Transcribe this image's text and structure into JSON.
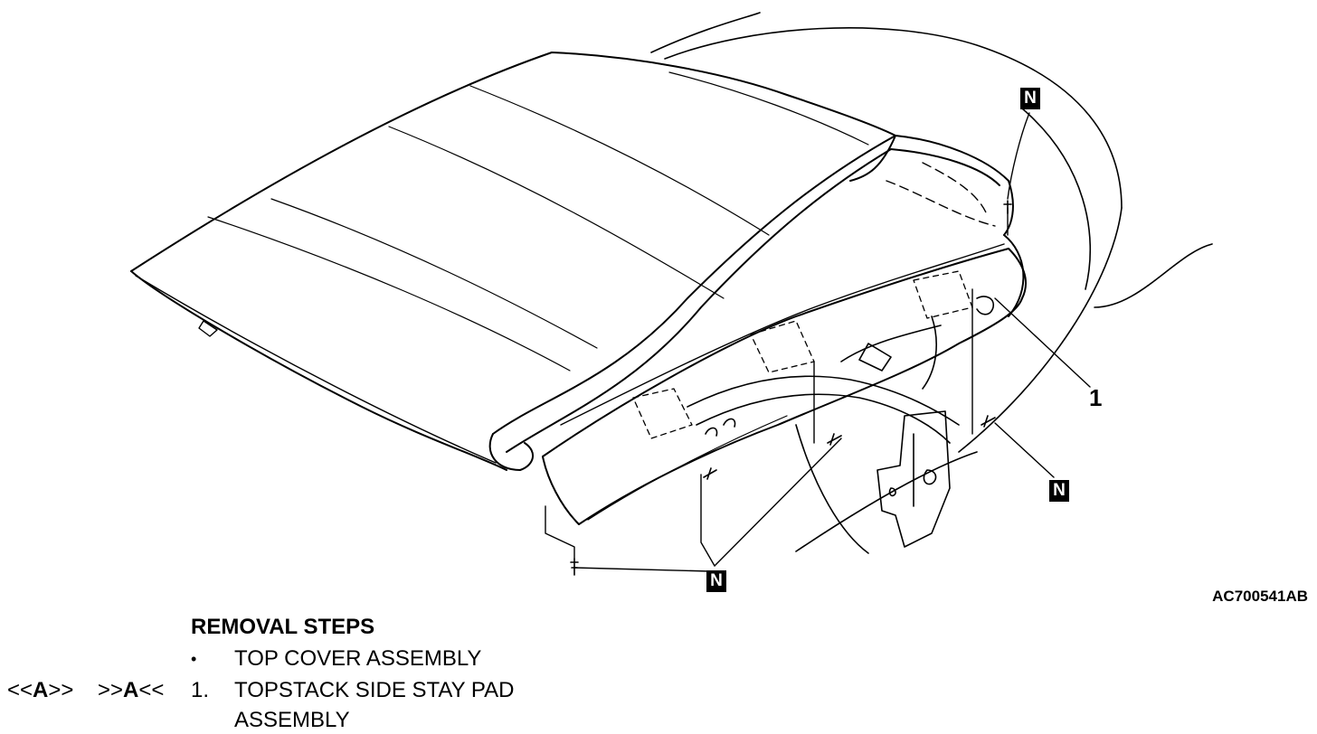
{
  "figure": {
    "figure_id": "AC700541AB",
    "callouts": {
      "n_label": "N",
      "part_number": "1"
    }
  },
  "removal": {
    "heading": "REMOVAL STEPS",
    "steps": [
      {
        "marker": "•",
        "label": "TOP COVER ASSEMBLY",
        "removal_note": "",
        "install_note": ""
      },
      {
        "marker": "1.",
        "label": "TOPSTACK SIDE STAY PAD",
        "label_cont": "ASSEMBLY",
        "removal_note_open": "<<",
        "removal_note_letter": "A",
        "removal_note_close": ">>",
        "install_note_open": ">>",
        "install_note_letter": "A",
        "install_note_close": "<<"
      }
    ]
  }
}
